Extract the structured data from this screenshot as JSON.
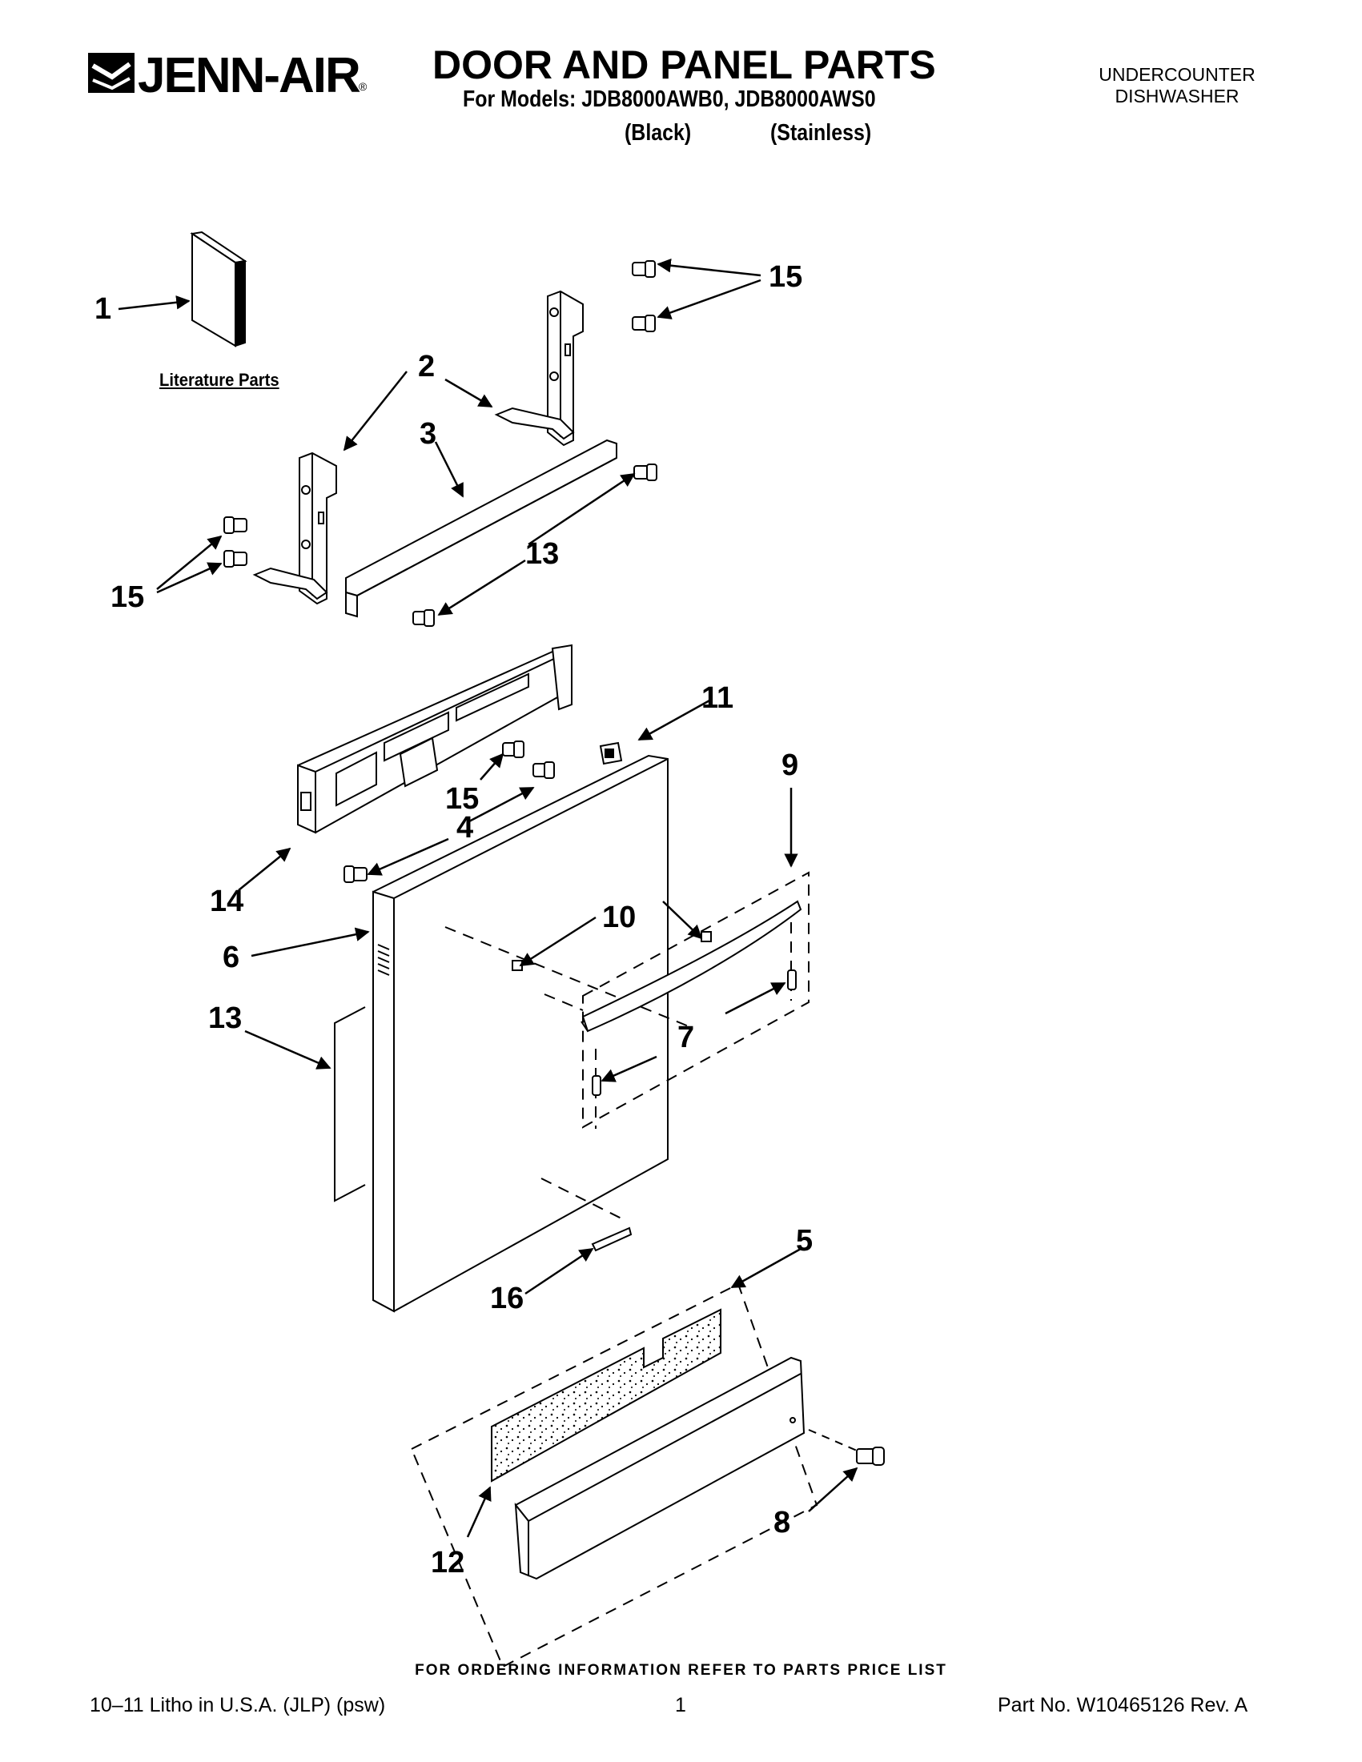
{
  "brand": {
    "name": "JENN-AIR",
    "registered_mark": "®"
  },
  "header": {
    "title": "DOOR AND PANEL PARTS",
    "models_line": "For Models: JDB8000AWB0, JDB8000AWS0",
    "variant_black": "(Black)",
    "variant_stainless": "(Stainless)",
    "product_line1": "UNDERCOUNTER",
    "product_line2": "DISHWASHER"
  },
  "diagram": {
    "literature_label": "Literature Parts",
    "callouts": {
      "c1": "1",
      "c2": "2",
      "c3": "3",
      "c4": "4",
      "c5": "5",
      "c6": "6",
      "c7": "7",
      "c8": "8",
      "c9": "9",
      "c10": "10",
      "c11": "11",
      "c12": "12",
      "c13a": "13",
      "c13b": "13",
      "c14": "14",
      "c15a": "15",
      "c15b": "15",
      "c15c": "15",
      "c16": "16"
    }
  },
  "footer": {
    "order_note": "FOR ORDERING INFORMATION REFER TO PARTS PRICE LIST",
    "litho": "10–11 Litho in U.S.A. (JLP) (psw)",
    "page": "1",
    "part_no": "Part No. W10465126 Rev. A"
  }
}
